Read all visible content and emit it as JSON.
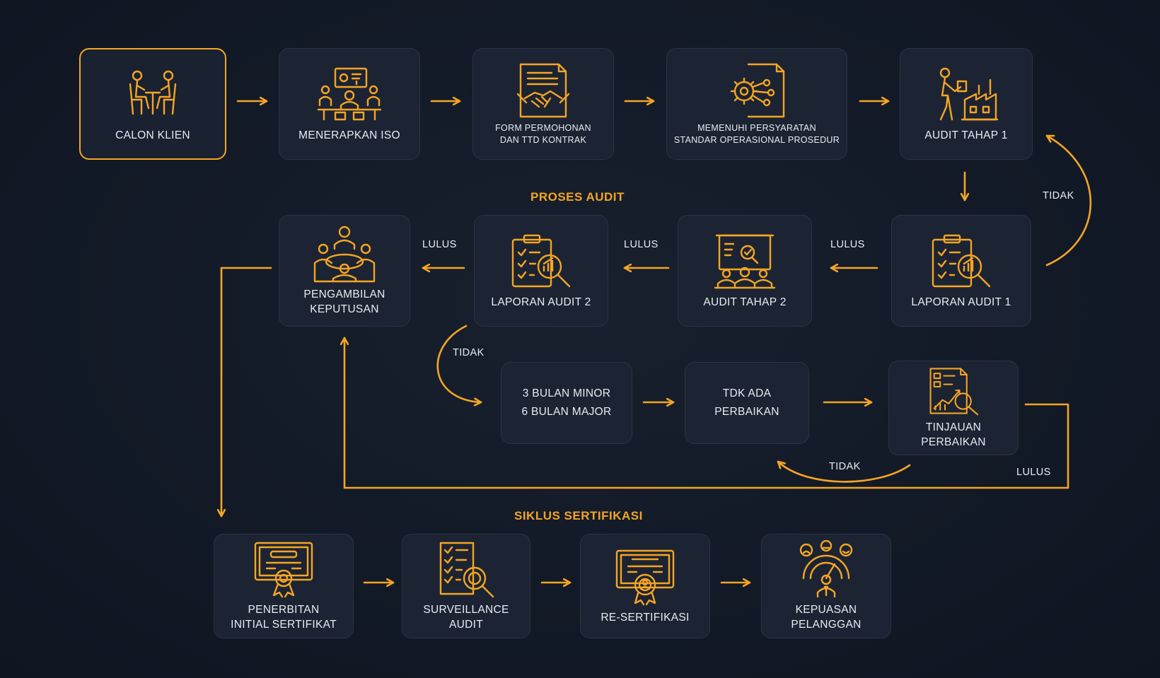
{
  "accent_color": "#f5a524",
  "background_color": "#131a27",
  "sections": {
    "proses_audit": "PROSES AUDIT",
    "siklus_sertifikasi": "SIKLUS SERTIFIKASI"
  },
  "nodes": {
    "calon_klien": {
      "label": "CALON KLIEN",
      "icon": "meeting-two-people-icon"
    },
    "menerapkan_iso": {
      "label": "MENERAPKAN ISO",
      "icon": "team-presentation-icon"
    },
    "form_permohonan": {
      "label": "FORM PERMOHONAN\nDAN TTD KONTRAK",
      "icon": "contract-handshake-icon"
    },
    "memenuhi_persyaratan": {
      "label": "MEMENUHI PERSYARATAN\nSTANDAR OPERASIONAL PROSEDUR",
      "icon": "gear-document-icon"
    },
    "audit_tahap_1": {
      "label": "AUDIT TAHAP 1",
      "icon": "inspector-factory-icon"
    },
    "laporan_audit_1": {
      "label": "LAPORAN AUDIT 1",
      "icon": "clipboard-magnifier-icon"
    },
    "audit_tahap_2": {
      "label": "AUDIT TAHAP 2",
      "icon": "board-presentation-icon"
    },
    "laporan_audit_2": {
      "label": "LAPORAN AUDIT 2",
      "icon": "clipboard-magnifier-icon"
    },
    "pengambilan_keputusan": {
      "label": "PENGAMBILAN\nKEPUTUSAN",
      "icon": "team-meeting-icon"
    },
    "bulan_minor_major": {
      "label": "3 BULAN MINOR\n6 BULAN MAJOR"
    },
    "tdk_ada_perbaikan": {
      "label": "TDK ADA\nPERBAIKAN"
    },
    "tinjauan_perbaikan": {
      "label": "TINJAUAN\nPERBAIKAN",
      "icon": "report-chart-magnifier-icon"
    },
    "penerbitan_sertifikat": {
      "label": "PENERBITAN\nINITIAL SERTIFIKAT",
      "icon": "certificate-icon"
    },
    "surveillance_audit": {
      "label": "SURVEILLANCE\nAUDIT",
      "icon": "checklist-magnifier-icon"
    },
    "re_sertifikasi": {
      "label": "RE-SERTIFIKASI",
      "icon": "certificate-seal-icon"
    },
    "kepuasan_pelanggan": {
      "label": "KEPUASAN\nPELANGGAN",
      "icon": "satisfaction-gauge-icon"
    }
  },
  "edge_labels": {
    "tidak_audit1": "TIDAK",
    "lulus_la1": "LULUS",
    "lulus_at2": "LULUS",
    "lulus_la2": "LULUS",
    "tidak_la2": "TIDAK",
    "tidak_tinjauan": "TIDAK",
    "lulus_tinjauan": "LULUS"
  }
}
